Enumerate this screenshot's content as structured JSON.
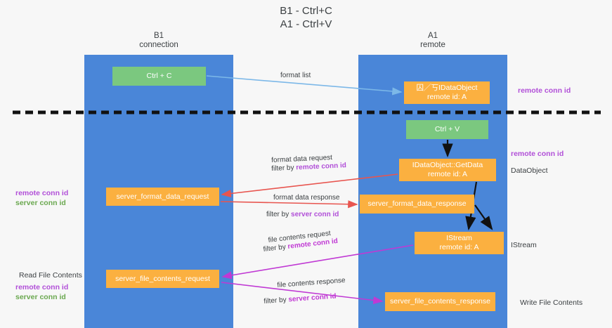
{
  "diagram": {
    "title": "B1 - Ctrl+C\nA1 - Ctrl+V",
    "colors": {
      "lane": "#4a86d8",
      "node_green": "#7bc87f",
      "node_orange": "#fbb040",
      "arrow_blue": "#7cb8e8",
      "arrow_red": "#e8554f",
      "arrow_magenta": "#c039d4",
      "arrow_black": "#000000",
      "text_purple": "#b14fd8",
      "text_green": "#6aa84f",
      "background": "#f7f7f7"
    },
    "columns": [
      {
        "id": "b1",
        "title": "B1\nconnection"
      },
      {
        "id": "a1",
        "title": "A1\nremote"
      }
    ],
    "divider": {
      "style": "dashed",
      "color": "#000000"
    },
    "nodes": [
      {
        "id": "ctrl_c",
        "label": "Ctrl + C",
        "color": "green",
        "column": "b1"
      },
      {
        "id": "idataobject",
        "label": "囚╱丂IDataObject\nremote id: A",
        "color": "orange",
        "column": "a1"
      },
      {
        "id": "ctrl_v",
        "label": "Ctrl + V",
        "color": "green",
        "column": "a1"
      },
      {
        "id": "getdata",
        "label": "IDataObject::GetData\nremote id: A",
        "color": "orange",
        "column": "a1"
      },
      {
        "id": "sfd_request",
        "label": "server_format_data_request",
        "color": "orange",
        "column": "b1"
      },
      {
        "id": "sfd_response",
        "label": "server_format_data_response",
        "color": "orange",
        "column": "a1"
      },
      {
        "id": "istream",
        "label": "IStream\nremote id: A",
        "color": "orange",
        "column": "a1"
      },
      {
        "id": "sfc_request",
        "label": "server_file_contents_request",
        "color": "orange",
        "column": "b1"
      },
      {
        "id": "sfc_response",
        "label": "server_file_contents_response",
        "color": "orange",
        "column": "a1"
      }
    ],
    "edge_labels": {
      "format_list": "format list",
      "format_data_request": "format data request",
      "format_data_request_filter_prefix": "filter by ",
      "format_data_request_filter_value": "remote conn id",
      "format_data_response": "format data response",
      "format_data_response_filter_prefix": "filter by ",
      "format_data_response_filter_value": "server conn id",
      "file_contents_request": "file contents request",
      "file_contents_request_filter_prefix": "filter by ",
      "file_contents_request_filter_value": "remote conn id",
      "file_contents_response": "file contents response",
      "file_contents_response_filter_prefix": "filter by ",
      "file_contents_response_filter_value": "server conn id"
    },
    "side_labels": {
      "remote_conn_id_top": "remote conn id",
      "remote_conn_id_mid": "remote conn id",
      "dataobject": "DataObject",
      "istream": "IStream",
      "write_file_contents": "Write File Contents",
      "read_file_contents": "Read File Contents",
      "left_remote_conn_id": "remote conn id",
      "left_server_conn_id": "server conn id",
      "left_remote_conn_id_2": "remote conn id",
      "left_server_conn_id_2": "server conn id"
    }
  }
}
